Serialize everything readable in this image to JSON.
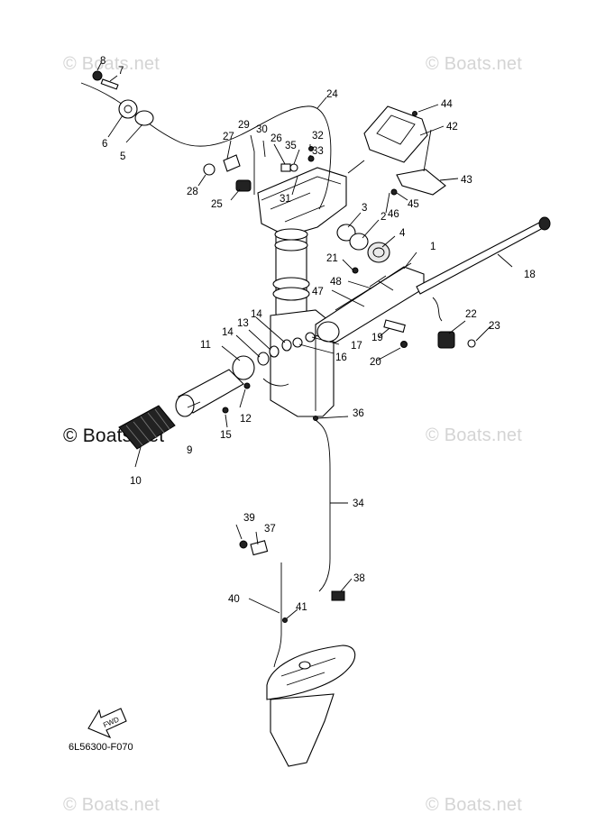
{
  "watermarks": {
    "top_left": "© Boats.net",
    "top_right": "© Boats.net",
    "mid_left": "© Boats.net",
    "mid_right": "© Boats.net",
    "bottom_left": "© Boats.net",
    "bottom_right": "© Boats.net"
  },
  "diagram_code": "6L56300-F070",
  "fwd_label": "FWD",
  "parts": [
    "1",
    "2",
    "3",
    "4",
    "5",
    "6",
    "7",
    "8",
    "9",
    "10",
    "11",
    "12",
    "13",
    "14",
    "14",
    "15",
    "16",
    "17",
    "18",
    "19",
    "20",
    "21",
    "22",
    "23",
    "24",
    "25",
    "26",
    "27",
    "28",
    "29",
    "30",
    "31",
    "32",
    "33",
    "35",
    "36",
    "34",
    "37",
    "38",
    "39",
    "40",
    "41",
    "42",
    "43",
    "44",
    "45",
    "46",
    "47",
    "48"
  ]
}
